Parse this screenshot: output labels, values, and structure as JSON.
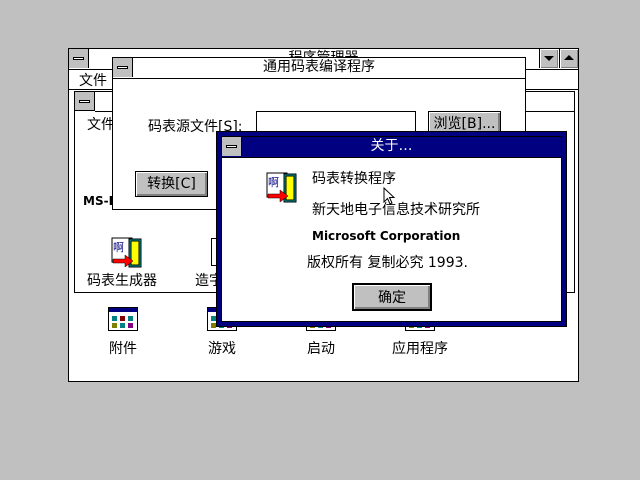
{
  "program_manager": {
    "title": "程序管理器",
    "menu_file": "文件"
  },
  "group_window": {
    "menu_file": "文件",
    "truncated_text": "MS-D",
    "icons": [
      {
        "label": "码表生成器"
      },
      {
        "label": "造字"
      }
    ]
  },
  "compiler_dialog": {
    "title": "通用码表编译程序",
    "source_label": "码表源文件[S]:",
    "source_value": "",
    "browse_button": "浏览[B]...",
    "convert_button": "转换[C]"
  },
  "about_dialog": {
    "title": "关于…",
    "app_name": "码表转换程序",
    "company_cn": "新天地电子信息技术研究所",
    "company_en": "Microsoft Corporation",
    "copyright": "版权所有 复制必究 1993.",
    "ok_button": "确定"
  },
  "program_groups": [
    {
      "label": "附件"
    },
    {
      "label": "游戏"
    },
    {
      "label": "启动"
    },
    {
      "label": "应用程序"
    }
  ],
  "colors": {
    "desktop": "#c0c0c0",
    "active_title": "#000080",
    "window": "#ffffff"
  }
}
